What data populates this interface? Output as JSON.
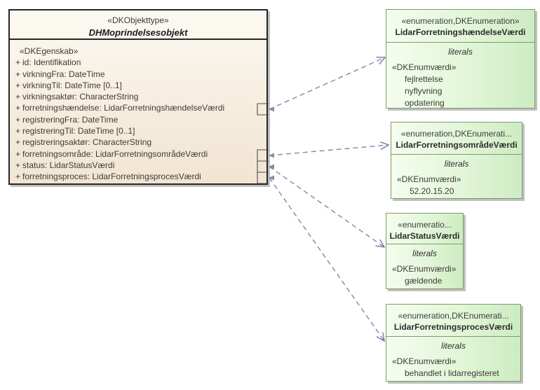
{
  "class_box": {
    "stereotype": "«DKObjekttype»",
    "name": "DHMoprindelsesobjekt",
    "section_label": "«DKEgenskab»",
    "visibility": "+",
    "attributes": [
      "id: Identifikation",
      "virkningFra: DateTime",
      "virkningTil: DateTime [0..1]",
      "virkningsaktør: CharacterString",
      "forretningshændelse: LidarForretningshændelseVærdi",
      "registreringFra: DateTime",
      "registreringTil: DateTime [0..1]",
      "registreringsaktør: CharacterString",
      "forretningsområde: LidarForretningsområdeVærdi",
      "status: LidarStatusVærdi",
      "forretningsproces: LidarForretningsprocesVærdi"
    ]
  },
  "enums": [
    {
      "stereotype": "«enumeration,DKEnumeration»",
      "name": "LidarForretningshændelseVærdi",
      "compartment_label": "literals",
      "value_stereotype": "«DKEnumværdi»",
      "values": [
        "fejlrettelse",
        "nyflyvning",
        "opdatering"
      ]
    },
    {
      "stereotype": "«enumeration,DKEnumerati...",
      "name": "LidarForretningsområdeVærdi",
      "compartment_label": "literals",
      "value_stereotype": "«DKEnumværdi»",
      "values": [
        "52.20.15.20"
      ]
    },
    {
      "stereotype": "«enumeratio...",
      "name": "LidarStatusVærdi",
      "compartment_label": "literals",
      "value_stereotype": "«DKEnumværdi»",
      "values": [
        "gældende"
      ]
    },
    {
      "stereotype": "«enumeration,DKEnumerati...",
      "name": "LidarForretningsprocesVærdi",
      "compartment_label": "literals",
      "value_stereotype": "«DKEnumværdi»",
      "values": [
        "behandlet i lidarregisteret"
      ]
    }
  ],
  "colors": {
    "class_fill_top": "#fdfaf3",
    "class_fill_bottom": "#f1e5d2",
    "class_border": "#262626",
    "enum_fill_light": "#f5fdee",
    "enum_fill_dark": "#cdecc2",
    "enum_border": "#7e9a6c",
    "connector": "#7c89a6",
    "shadow": "#c0c0c0",
    "background": "#ffffff"
  }
}
